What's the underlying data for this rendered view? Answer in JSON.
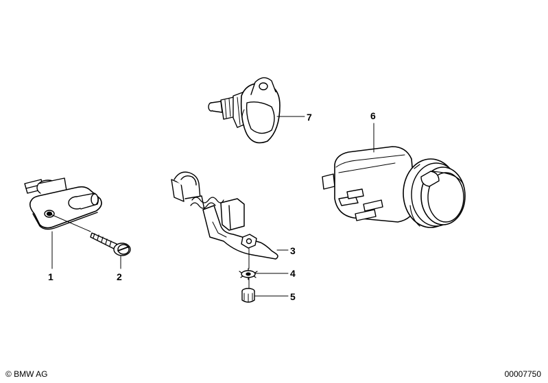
{
  "diagram": {
    "callouts": [
      {
        "id": "1",
        "label": "1"
      },
      {
        "id": "2",
        "label": "2"
      },
      {
        "id": "3",
        "label": "3"
      },
      {
        "id": "4",
        "label": "4"
      },
      {
        "id": "5",
        "label": "5"
      },
      {
        "id": "6",
        "label": "6"
      },
      {
        "id": "7",
        "label": "7"
      }
    ]
  },
  "footer": {
    "copyright": "© BMW AG",
    "document_number": "00007750"
  }
}
